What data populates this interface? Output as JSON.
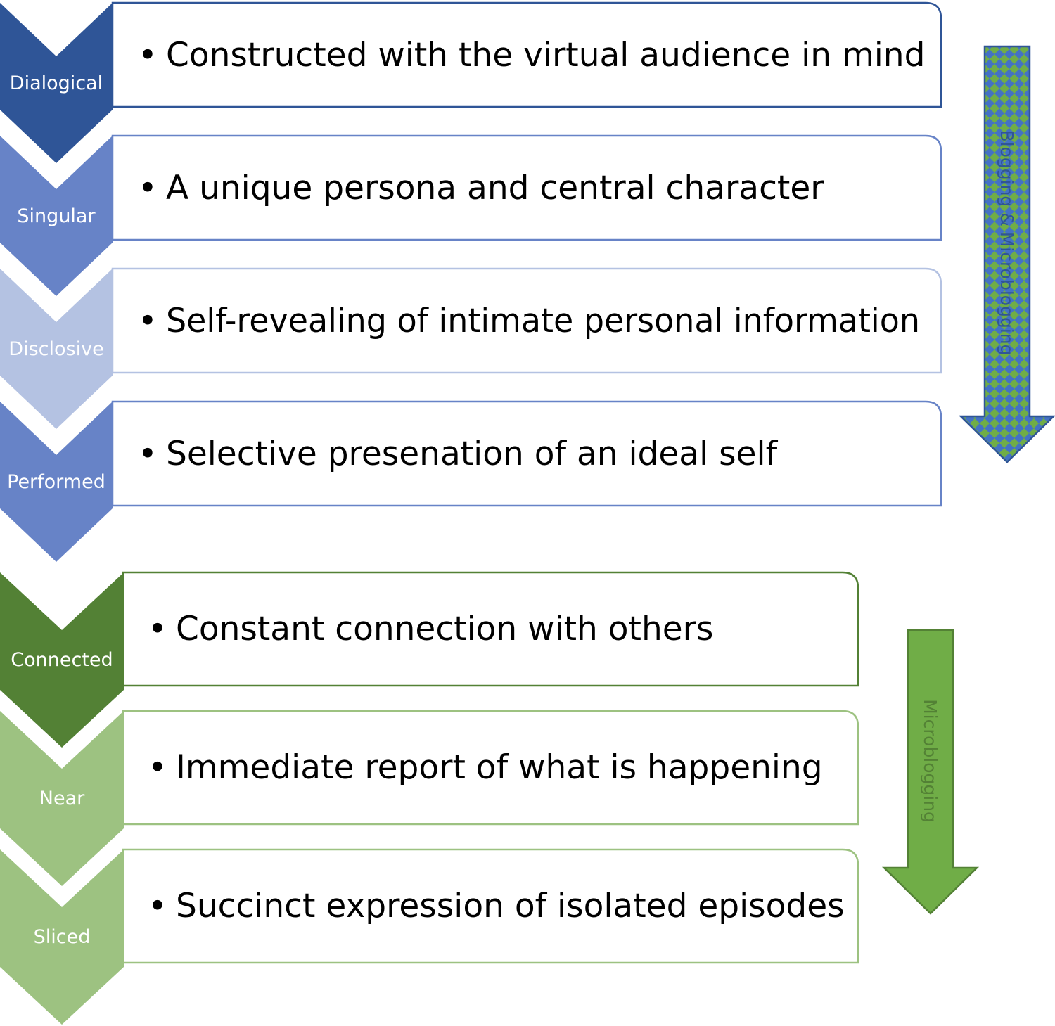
{
  "groups": [
    {
      "id": "blogging",
      "arrow_label": "Blogging & Microblogging",
      "arrow_text_color": "#2F5597",
      "arrow_fill": "#70AD47",
      "arrow_pattern_color": "#4472C4",
      "arrow_stroke": "#2F5597",
      "items": [
        {
          "label": "Dialogical",
          "text": "Constructed with the virtual audience in mind",
          "color": "#2F5597"
        },
        {
          "label": "Singular",
          "text": "A unique persona and central character",
          "color": "#6783C7"
        },
        {
          "label": "Disclosive",
          "text": "Self-revealing of intimate personal information",
          "color": "#B4C2E2"
        },
        {
          "label": "Performed",
          "text": "Selective presenation of an ideal self",
          "color": "#6783C7"
        }
      ]
    },
    {
      "id": "microblogging",
      "arrow_label": "Microblogging",
      "arrow_text_color": "#538135",
      "arrow_fill": "#70AD47",
      "arrow_stroke": "#538135",
      "items": [
        {
          "label": "Connected",
          "text": "Constant connection with others",
          "color": "#538135"
        },
        {
          "label": "Near",
          "text": "Immediate report of what is happening",
          "color": "#9DC281"
        },
        {
          "label": "Sliced",
          "text": "Succinct expression of isolated episodes",
          "color": "#9DC281"
        }
      ]
    }
  ],
  "bullet": "•"
}
